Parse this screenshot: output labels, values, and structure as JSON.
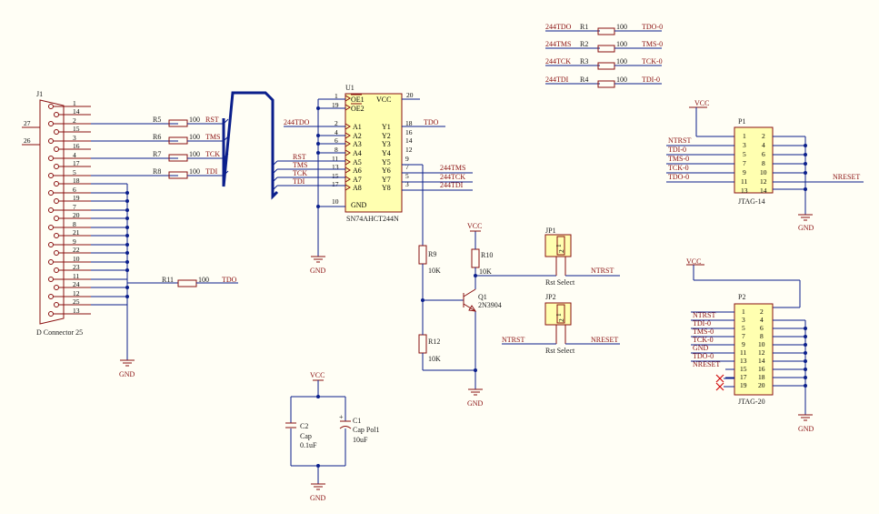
{
  "j1": {
    "designator": "J1",
    "comment": "D Connector 25",
    "pins_left": [
      "1",
      "2",
      "3",
      "4",
      "5",
      "6",
      "7",
      "8",
      "9",
      "10",
      "11",
      "12",
      "13"
    ],
    "pins_right": [
      "14",
      "15",
      "16",
      "17",
      "18",
      "19",
      "20",
      "21",
      "22",
      "23",
      "24",
      "25"
    ],
    "ext_labels": [
      "27",
      "26"
    ]
  },
  "resistors": {
    "r5": {
      "des": "R5",
      "val": "100",
      "net": "RST"
    },
    "r6": {
      "des": "R6",
      "val": "100",
      "net": "TMS"
    },
    "r7": {
      "des": "R7",
      "val": "100",
      "net": "TCK"
    },
    "r8": {
      "des": "R8",
      "val": "100",
      "net": "TDI"
    },
    "r11": {
      "des": "R11",
      "val": "100",
      "net": "TDO"
    },
    "r1": {
      "des": "R1",
      "val": "100",
      "in": "244TDO",
      "out": "TDO-0"
    },
    "r2": {
      "des": "R2",
      "val": "100",
      "in": "244TMS",
      "out": "TMS-0"
    },
    "r3": {
      "des": "R3",
      "val": "100",
      "in": "244TCK",
      "out": "TCK-0"
    },
    "r4": {
      "des": "R4",
      "val": "100",
      "in": "244TDI",
      "out": "TDI-0"
    },
    "r9": {
      "des": "R9",
      "val": "10K"
    },
    "r10": {
      "des": "R10",
      "val": "10K"
    },
    "r12": {
      "des": "R12",
      "val": "10K"
    }
  },
  "u1": {
    "designator": "U1",
    "part": "SN74AHCT244N",
    "oe": [
      {
        "num": "1",
        "name": "OE1"
      },
      {
        "num": "19",
        "name": "OE2"
      }
    ],
    "vcc": {
      "num": "20",
      "name": "VCC"
    },
    "gnd": {
      "num": "10",
      "name": "GND"
    },
    "a_pins": [
      {
        "num": "2",
        "name": "A1"
      },
      {
        "num": "4",
        "name": "A2"
      },
      {
        "num": "6",
        "name": "A3"
      },
      {
        "num": "8",
        "name": "A4"
      },
      {
        "num": "11",
        "name": "A5"
      },
      {
        "num": "13",
        "name": "A6"
      },
      {
        "num": "15",
        "name": "A7"
      },
      {
        "num": "17",
        "name": "A8"
      }
    ],
    "y_pins": [
      {
        "num": "18",
        "name": "Y1"
      },
      {
        "num": "16",
        "name": "Y2"
      },
      {
        "num": "14",
        "name": "Y3"
      },
      {
        "num": "12",
        "name": "Y4"
      },
      {
        "num": "9",
        "name": "Y5"
      },
      {
        "num": "7",
        "name": "Y6"
      },
      {
        "num": "5",
        "name": "Y7"
      },
      {
        "num": "3",
        "name": "Y8"
      }
    ],
    "in_nets": [
      "244TDO",
      "RST",
      "TMS",
      "TCK",
      "TDI"
    ],
    "out_nets": [
      "TDO",
      "244TMS",
      "244TCK",
      "244TDI"
    ]
  },
  "q1": {
    "des": "Q1",
    "part": "2N3904"
  },
  "jp1": {
    "des": "JP1",
    "comment": "Rst Select",
    "net": "NTRST",
    "pins": [
      "1",
      "2"
    ]
  },
  "jp2": {
    "des": "JP2",
    "comment": "Rst Select",
    "net_left": "NTRST",
    "net_right": "NRESET",
    "pins": [
      "1",
      "2"
    ]
  },
  "caps": {
    "c2": {
      "des": "C2",
      "type": "Cap",
      "val": "0.1uF"
    },
    "c1": {
      "des": "C1",
      "type": "Cap Pol1",
      "val": "10uF",
      "plus": "+"
    }
  },
  "p1": {
    "des": "P1",
    "comment": "JTAG-14",
    "pin_rows": [
      [
        "1",
        "2"
      ],
      [
        "3",
        "4"
      ],
      [
        "5",
        "6"
      ],
      [
        "7",
        "8"
      ],
      [
        "9",
        "10"
      ],
      [
        "11",
        "12"
      ],
      [
        "13",
        "14"
      ]
    ],
    "nets": [
      "NTRST",
      "TDI-0",
      "TMS-0",
      "TCK-0",
      "TDO-0"
    ],
    "out_net": "NRESET"
  },
  "p2": {
    "des": "P2",
    "comment": "JTAG-20",
    "pin_rows": [
      [
        "1",
        "2"
      ],
      [
        "3",
        "4"
      ],
      [
        "5",
        "6"
      ],
      [
        "7",
        "8"
      ],
      [
        "9",
        "10"
      ],
      [
        "11",
        "12"
      ],
      [
        "13",
        "14"
      ],
      [
        "15",
        "16"
      ],
      [
        "17",
        "18"
      ],
      [
        "19",
        "20"
      ]
    ],
    "nets": [
      "NTRST",
      "TDI-0",
      "TMS-0",
      "TCK-0",
      "GND",
      "TDO-0",
      "NRESET"
    ]
  },
  "power": {
    "vcc": "VCC",
    "gnd": "GND"
  }
}
